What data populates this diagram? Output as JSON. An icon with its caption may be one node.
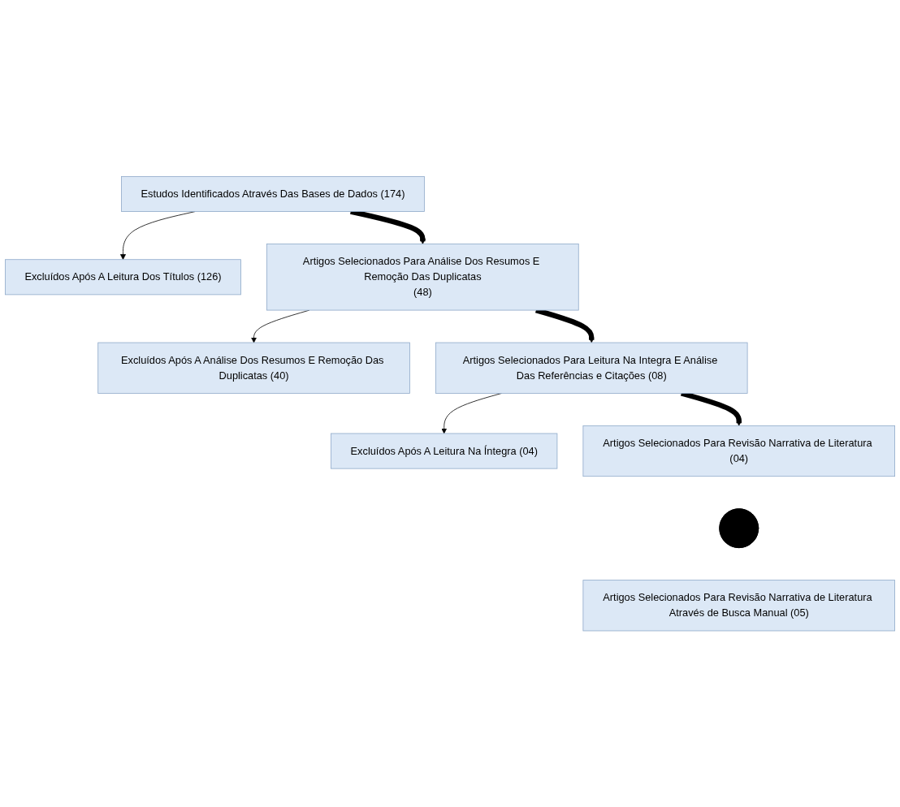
{
  "diagram": {
    "nodes": [
      {
        "text": [
          "Estudos Identificados Através Das Bases de Dados (174)"
        ]
      },
      {
        "text": [
          "Excluídos Após A Leitura Dos Títulos (126)"
        ]
      },
      {
        "text": [
          "Artigos Selecionados Para Análise Dos Resumos E Remoção Das Duplicatas",
          "(48)"
        ]
      },
      {
        "text": [
          "Excluídos Após A Análise Dos Resumos E Remoção Das Duplicatas (40)"
        ]
      },
      {
        "text": [
          "Artigos Selecionados Para Leitura Na Integra E Análise Das Referências e Citações (08)"
        ]
      },
      {
        "text": [
          "Excluídos Após A Leitura Na Íntegra (04)"
        ]
      },
      {
        "text": [
          "Artigos Selecionados Para Revisão Narrativa de Literatura (04)"
        ]
      },
      {
        "text": [],
        "shape": "cross"
      },
      {
        "text": [
          "Artigos Selecionados Para Revisão Narrativa de Literatura Através de Busca Manual (05)"
        ]
      }
    ],
    "edges": [
      {
        "from": 0,
        "to": 2,
        "arrow": "to",
        "style": "thick"
      },
      {
        "from": 0,
        "to": 1,
        "arrow": "to"
      },
      {
        "from": 2,
        "to": 4,
        "arrow": "to",
        "style": "thick"
      },
      {
        "from": 2,
        "to": 3,
        "arrow": "to"
      },
      {
        "from": 4,
        "to": 6,
        "arrow": "to",
        "style": "thick"
      },
      {
        "from": 4,
        "to": 5,
        "arrow": "to"
      }
    ]
  }
}
